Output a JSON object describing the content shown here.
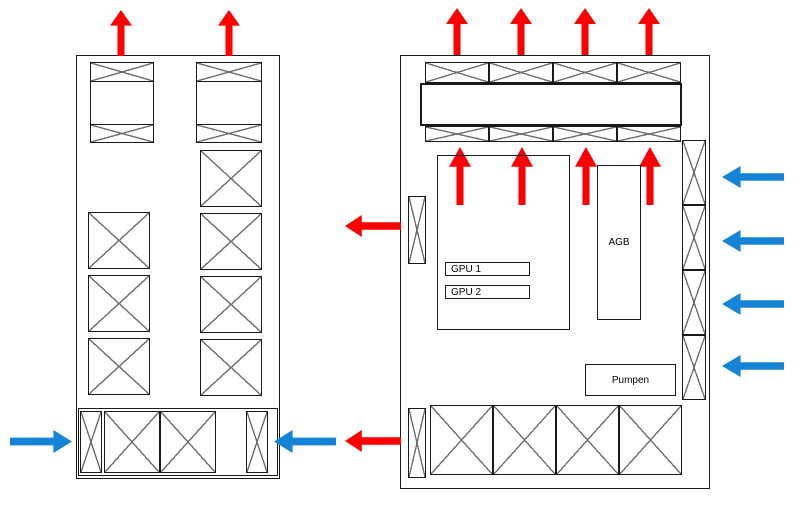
{
  "labels": {
    "gpu1": "GPU 1",
    "gpu2": "GPU 2",
    "agb": "AGB",
    "pumpen": "Pumpen"
  },
  "colors": {
    "exhaust": "#ff0000",
    "intake": "#1583d6",
    "outline": "#1a1a1a",
    "cross": "#6e6e6e"
  }
}
